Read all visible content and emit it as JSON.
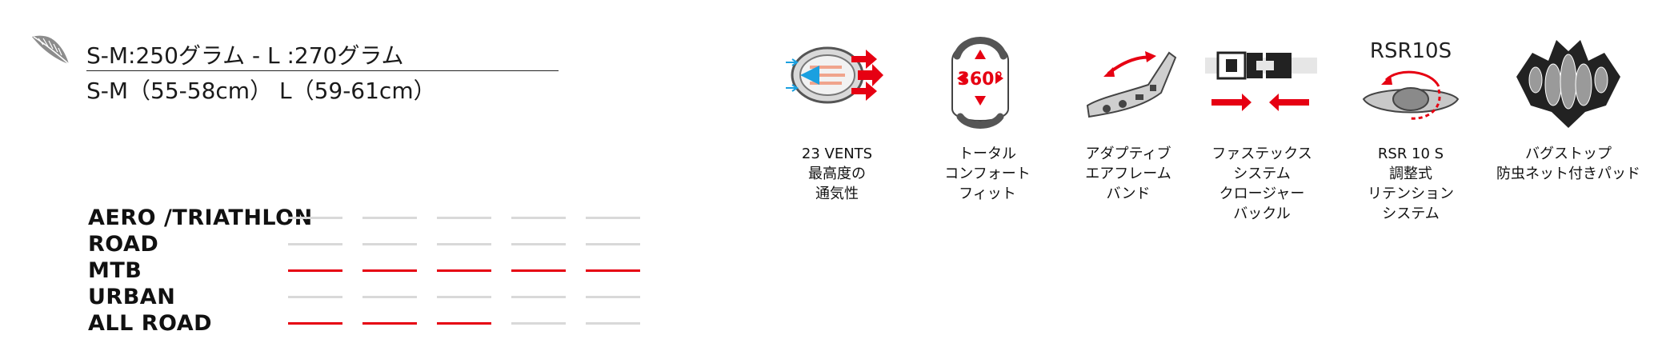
{
  "weight": {
    "line": "S-M:250グラム - L :270グラム",
    "sizes": "S-M（55-58cm） L（59-61cm）"
  },
  "usage": {
    "rows": [
      {
        "label": "AERO /TRIATHLON",
        "level": 0
      },
      {
        "label": "ROAD",
        "level": 0
      },
      {
        "label": "MTB",
        "level": 5
      },
      {
        "label": "URBAN",
        "level": 0
      },
      {
        "label": "ALL ROAD",
        "level": 3
      }
    ],
    "max": 5,
    "colors": {
      "active": "#e60012",
      "inactive": "#d9d9d9"
    }
  },
  "features": [
    {
      "icon": "ventilation-icon",
      "caption": [
        "23 VENTS",
        "最高度の",
        "通気性"
      ]
    },
    {
      "icon": "360-comfort-fit-icon",
      "caption": [
        "トータル",
        "コンフォート",
        "フィット"
      ],
      "icon_text": "360°"
    },
    {
      "icon": "adaptive-frame-band-icon",
      "caption": [
        "アダプティブ",
        "エアフレーム",
        "バンド"
      ]
    },
    {
      "icon": "fastex-buckle-icon",
      "caption": [
        "ファステックス",
        "システム",
        "クロージャー",
        "バックル"
      ]
    },
    {
      "icon": "rsr10s-retention-icon",
      "caption": [
        "RSR 10 S",
        "調整式",
        "リテンション",
        "システム"
      ],
      "icon_text": "RSR10S"
    },
    {
      "icon": "bug-stop-net-pad-icon",
      "caption": [
        "バグストップ",
        "防虫ネット付きパッド"
      ]
    }
  ]
}
